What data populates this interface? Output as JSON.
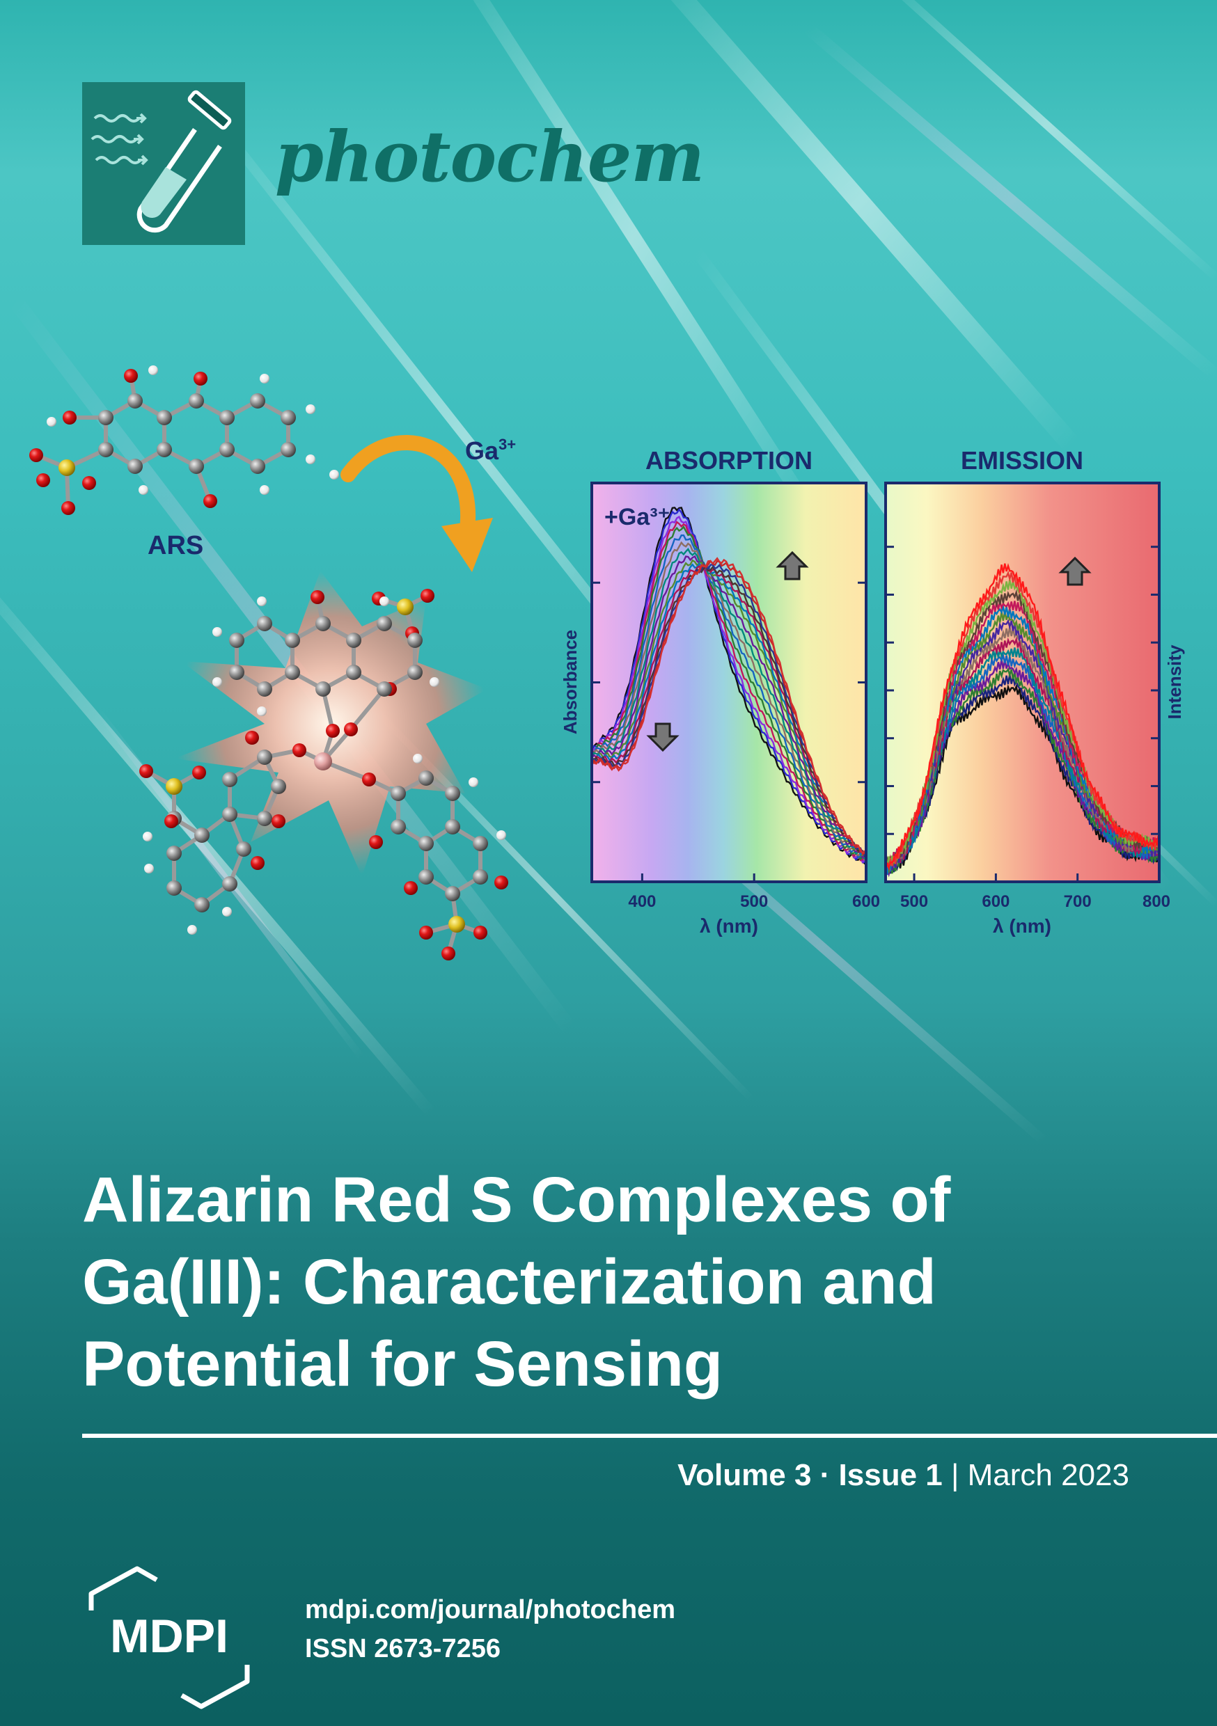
{
  "journal": {
    "name": "photochem"
  },
  "figure": {
    "molecule_label": "ARS",
    "ion_label": "Ga³⁺",
    "ion_label_base": "Ga",
    "ion_label_sup": "3+"
  },
  "chart_data": [
    {
      "type": "line",
      "title": "ABSORPTION",
      "annotation": "+Ga³⁺",
      "xlabel": "λ (nm)",
      "ylabel": "Absorbance",
      "xlim": [
        355,
        600
      ],
      "xticks": [
        400,
        500,
        600
      ],
      "ylim": [
        0,
        1
      ],
      "grid": false,
      "legend": "none",
      "trend_arrows": [
        "up at ~530 nm",
        "down at ~425 nm"
      ],
      "isosbestic_point": [
        447,
        0.62
      ],
      "series": [
        {
          "peak1": 0.74,
          "peak2": 0.34,
          "color": "#111111"
        },
        {
          "peak1": 0.72,
          "peak2": 0.36,
          "color": "#2a2ad0"
        },
        {
          "peak1": 0.69,
          "peak2": 0.38,
          "color": "#8b2be0"
        },
        {
          "peak1": 0.66,
          "peak2": 0.41,
          "color": "#c2185b"
        },
        {
          "peak1": 0.63,
          "peak2": 0.44,
          "color": "#2e7d32"
        },
        {
          "peak1": 0.59,
          "peak2": 0.47,
          "color": "#1565c0"
        },
        {
          "peak1": 0.55,
          "peak2": 0.5,
          "color": "#8d6e63"
        },
        {
          "peak1": 0.51,
          "peak2": 0.53,
          "color": "#00897b"
        },
        {
          "peak1": 0.47,
          "peak2": 0.56,
          "color": "#6a1b9a"
        },
        {
          "peak1": 0.43,
          "peak2": 0.59,
          "color": "#558b2f"
        },
        {
          "peak1": 0.4,
          "peak2": 0.61,
          "color": "#0277bd"
        },
        {
          "peak1": 0.37,
          "peak2": 0.63,
          "color": "#ad1457"
        },
        {
          "peak1": 0.34,
          "peak2": 0.65,
          "color": "#4e342e"
        },
        {
          "peak1": 0.32,
          "peak2": 0.67,
          "color": "#283593"
        },
        {
          "peak1": 0.3,
          "peak2": 0.69,
          "color": "#c62828"
        },
        {
          "peak1": 0.29,
          "peak2": 0.7,
          "color": "#d32f2f"
        }
      ]
    },
    {
      "type": "line",
      "title": "EMISSION",
      "xlabel": "λ (nm)",
      "ylabel": "Intensity",
      "xlim": [
        465,
        800
      ],
      "xticks": [
        500,
        600,
        700,
        800
      ],
      "ylim": [
        0,
        1
      ],
      "grid": false,
      "legend": "none",
      "trend_arrows": [
        "up at ~690 nm"
      ],
      "peak_position_nm": 615,
      "series": [
        {
          "peak": 0.48,
          "color": "#111111"
        },
        {
          "peak": 0.5,
          "color": "#1a237e"
        },
        {
          "peak": 0.52,
          "color": "#2e7d32"
        },
        {
          "peak": 0.54,
          "color": "#6a1b9a"
        },
        {
          "peak": 0.56,
          "color": "#1565c0"
        },
        {
          "peak": 0.58,
          "color": "#00838f"
        },
        {
          "peak": 0.6,
          "color": "#ad1457"
        },
        {
          "peak": 0.62,
          "color": "#8d6e63"
        },
        {
          "peak": 0.64,
          "color": "#4527a0"
        },
        {
          "peak": 0.66,
          "color": "#558b2f"
        },
        {
          "peak": 0.68,
          "color": "#0277bd"
        },
        {
          "peak": 0.7,
          "color": "#c2185b"
        },
        {
          "peak": 0.72,
          "color": "#5d4037"
        },
        {
          "peak": 0.74,
          "color": "#7cb342"
        },
        {
          "peak": 0.76,
          "color": "#e53935"
        },
        {
          "peak": 0.78,
          "color": "#ff1a1a"
        }
      ]
    }
  ],
  "article": {
    "title_lines": [
      "Alizarin Red S Complexes of",
      "Ga(III): Characterization and",
      "Potential for Sensing"
    ]
  },
  "issue": {
    "volume": "Volume 3",
    "separator": " · ",
    "issue": "Issue 1",
    "divider": " | ",
    "date": "March 2023"
  },
  "publisher": {
    "logo_text": "MDPI",
    "url": "mdpi.com/journal/photochem",
    "issn": "ISSN 2673-7256"
  },
  "colors": {
    "brand_teal": "#1b7e74",
    "journal_text": "#0f6f66",
    "accent_orange": "#f0a020",
    "atom_oxygen": "#d01010",
    "atom_carbon": "#8a8a8a",
    "atom_sulfur": "#e0c020",
    "axis_navy": "#1a2a6c"
  }
}
